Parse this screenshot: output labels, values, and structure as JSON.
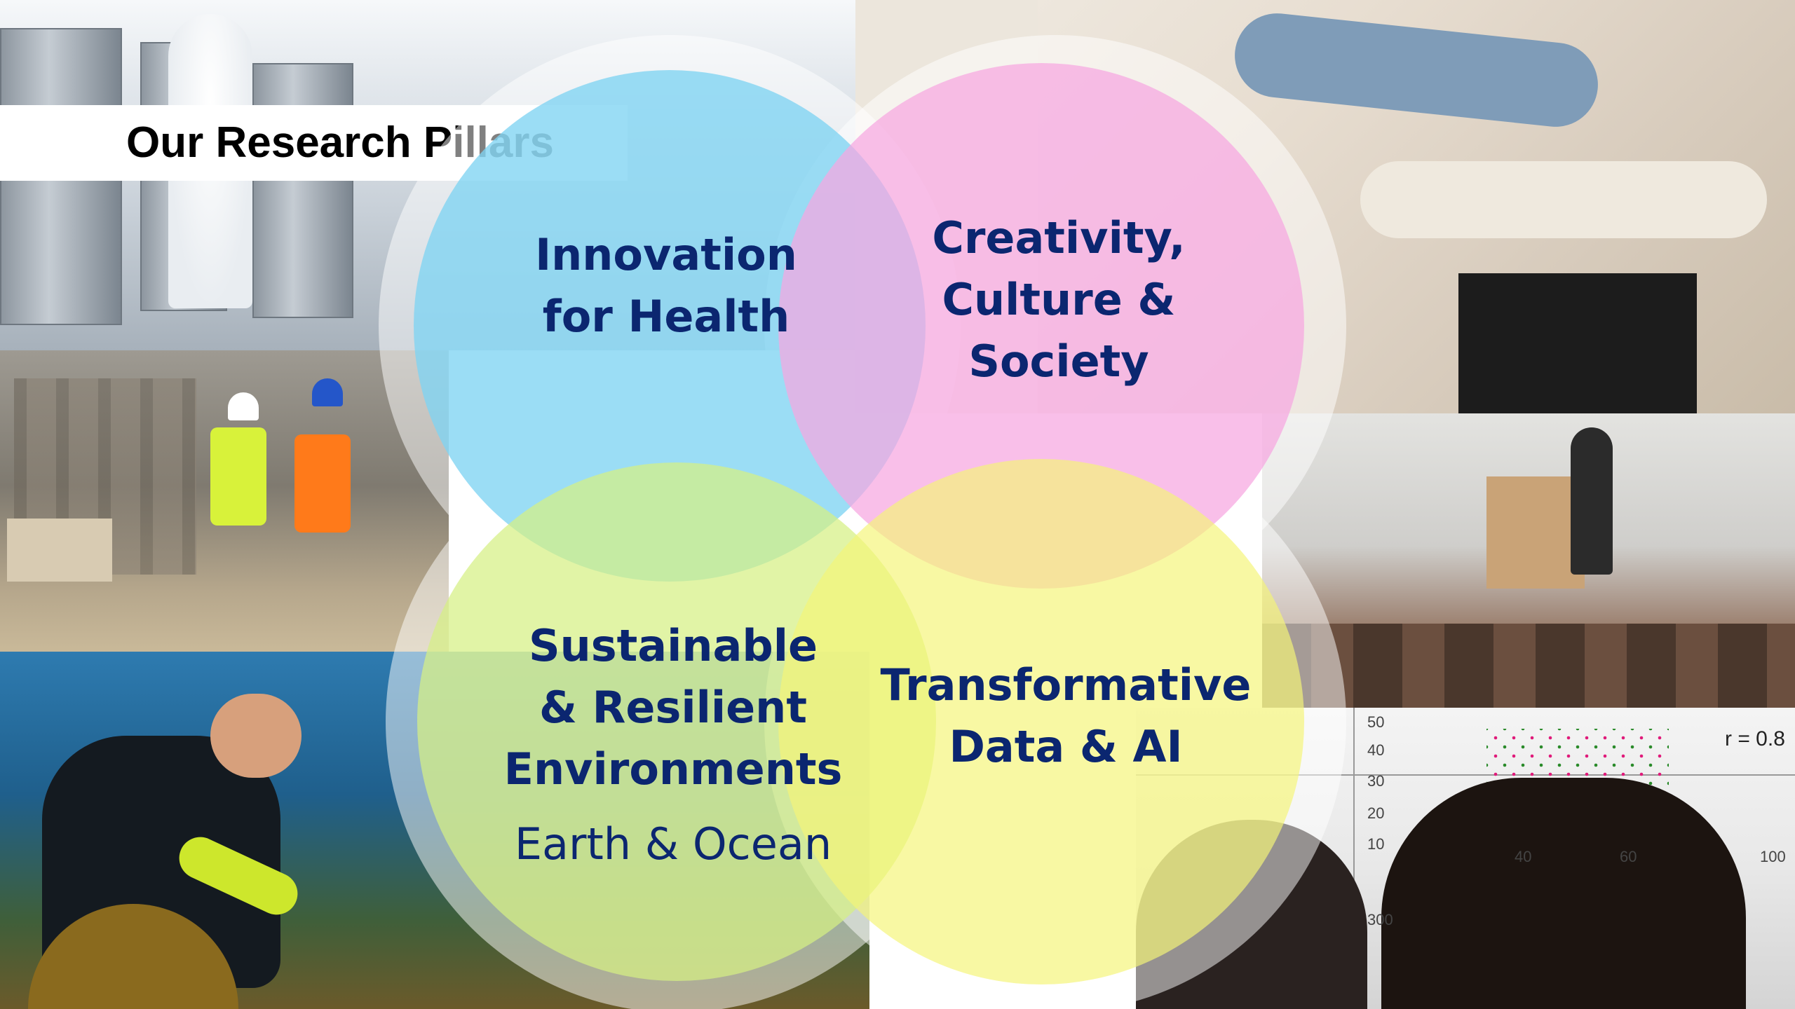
{
  "title": "Our Research Pillars",
  "pillars": {
    "health": {
      "line1": "Innovation",
      "line2": "for Health",
      "color": "#7fd3f2"
    },
    "creativity": {
      "line1": "Creativity,",
      "line2": "Culture &",
      "line3": "Society",
      "color": "#f7a6e0"
    },
    "sustainable": {
      "line1": "Sustainable",
      "line2": "& Resilient",
      "line3": "Environments",
      "subtitle": "Earth & Ocean",
      "color": "#d6f084"
    },
    "data_ai": {
      "line1": "Transformative",
      "line2": "Data & AI",
      "color": "#f4f577"
    }
  },
  "photos": [
    {
      "name": "cleanroom-lab-photo"
    },
    {
      "name": "dance-performance-photo"
    },
    {
      "name": "construction-site-photo"
    },
    {
      "name": "diver-kelp-photo"
    },
    {
      "name": "lecture-audience-photo"
    },
    {
      "name": "scatter-plot-presentation-photo"
    }
  ],
  "chart_in_photo": {
    "y_ticks": [
      "50",
      "40",
      "30",
      "20",
      "10",
      "300"
    ],
    "x_ticks": [
      "40",
      "60",
      "100"
    ],
    "annotation": "r = 0.8"
  }
}
